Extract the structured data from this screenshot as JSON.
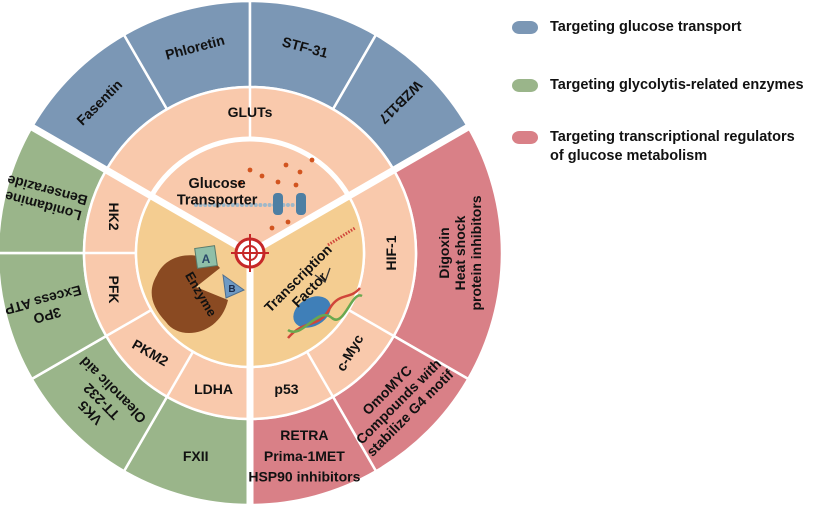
{
  "legend": [
    {
      "label": "Targeting glucose transport",
      "color": "#7b97b5"
    },
    {
      "label": "Targeting glycolytis-related enzymes",
      "color": "#9ab58a"
    },
    {
      "label": "Targeting transcriptional regulators\nof glucose metabolism",
      "color": "#d98087"
    }
  ],
  "center": {
    "glucose_transporter": [
      "Glucose",
      "Transporter"
    ],
    "enzyme": "Enzyme",
    "enzyme_letters": [
      "A",
      "B"
    ],
    "transcription_factor": [
      "Transcription",
      "Factor"
    ]
  },
  "middle_ring": {
    "gluts": "GLUTs",
    "hk2": "HK2",
    "pfk": "PFK",
    "pkm2": "PKM2",
    "ldha": "LDHA",
    "hif1": "HIF-1",
    "cmyc": "c-Myc",
    "p53": "p53"
  },
  "outer_ring": {
    "fasentin": "Fasentin",
    "phloretin": "Phloretin",
    "stf31": "STF-31",
    "wzb117": "WZB117",
    "hk2_drugs": [
      "Lonidamine",
      "Benserazide"
    ],
    "pfk_drugs": [
      "3PO",
      "Excess ATP"
    ],
    "pkm2_drugs": [
      "VK5",
      "TT-232",
      "Oleanolic aid"
    ],
    "ldha_drugs": "FXII",
    "hif1_drugs": [
      "Digoxin",
      "Heat shock",
      "protein inhibitors"
    ],
    "cmyc_drugs": [
      "OmoMYC",
      "Compounds with",
      "stabilize G4 motif"
    ],
    "p53_drugs": [
      "RETRA",
      "Prima-1MET",
      "HSP90 inhibitors"
    ]
  },
  "colors": {
    "blue": "#7b97b5",
    "green": "#9ab58a",
    "red": "#d98087",
    "peach": "#f9c9ac",
    "core": "#f4cd91",
    "target_red": "#c62828"
  }
}
